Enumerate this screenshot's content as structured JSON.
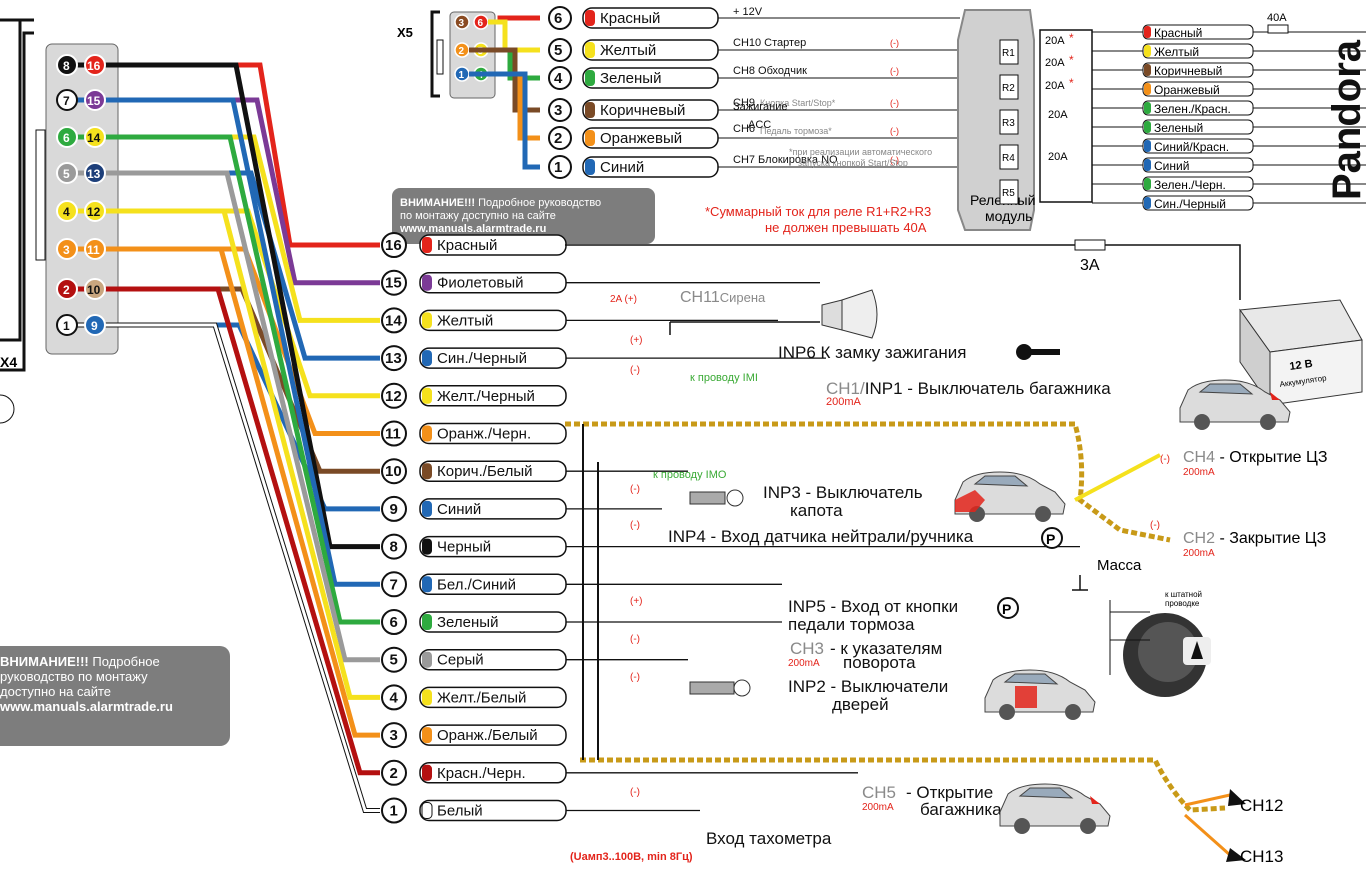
{
  "header": {
    "x5": "X5",
    "x4": "X4",
    "brand": "Pandora",
    "v12": "+ 12V",
    "fuse40": "40A",
    "fuse3": "3A",
    "relay_module": [
      "Релейный",
      "модуль"
    ],
    "relay_names": [
      "R1",
      "R2",
      "R3",
      "R4",
      "R5"
    ],
    "relay_currents": [
      "20A",
      "20A",
      "20A",
      "20A",
      "20A"
    ],
    "star": "*",
    "relay_note": [
      "*Суммарный ток для реле R1+R2+R3",
      "не должен превышать 40A"
    ],
    "footnote": [
      "*при реализации автоматического",
      "запуска кнопкой Start/Stop"
    ]
  },
  "notice_top": {
    "title": "ВНИМАНИЕ!!!",
    "text1": " Подробное руководство",
    "text2": "по монтажу доступно на сайте",
    "url": "www.manuals.alarmtrade.ru"
  },
  "notice_bottom": {
    "title": "ВНИМАНИЕ!!!",
    "text1": " Подробное",
    "text2": "руководство по монтажу",
    "text3": "доступно на сайте",
    "url": "www.manuals.alarmtrade.ru"
  },
  "x5_wires": [
    {
      "num": "6",
      "label": "Красный",
      "color": "#e3241b",
      "func": "",
      "sub": ""
    },
    {
      "num": "5",
      "label": "Желтый",
      "color": "#f5e11d",
      "func": "CH10 Стартер",
      "sub": ""
    },
    {
      "num": "4",
      "label": "Зеленый",
      "color": "#2eaa3f",
      "func": "CH8 Обходчик",
      "sub": ""
    },
    {
      "num": "3",
      "label": "Коричневый",
      "color": "#7a4a26",
      "func": "CH9",
      "sub": "Кнопка Start/Stop*"
    },
    {
      "num": "2",
      "label": "Оранжевый",
      "color": "#f39019",
      "func": "CH6",
      "sub": "Педаль тормоза*"
    },
    {
      "num": "1",
      "label": "Синий",
      "color": "#2168b5",
      "func": "CH7 Блокировка NO",
      "sub": ""
    }
  ],
  "x5_extra": {
    "ign": "Зажигание",
    "acc": "ACC",
    "neg": "(-)"
  },
  "relay_outputs": [
    {
      "label": "Красный",
      "color": "#e3241b"
    },
    {
      "label": "Желтый",
      "color": "#f5e11d"
    },
    {
      "label": "Коричневый",
      "color": "#7a4a26"
    },
    {
      "label": "Оранжевый",
      "color": "#f39019"
    },
    {
      "label": "Зелен./Красн.",
      "color": "#2eaa3f"
    },
    {
      "label": "Зеленый",
      "color": "#2eaa3f"
    },
    {
      "label": "Синий/Красн.",
      "color": "#2168b5"
    },
    {
      "label": "Синий",
      "color": "#2168b5"
    },
    {
      "label": "Зелен./Черн.",
      "color": "#2eaa3f"
    },
    {
      "label": "Син./Черный",
      "color": "#2168b5"
    }
  ],
  "x4_pins": [
    {
      "num": "8",
      "bg": "#111"
    },
    {
      "num": "16",
      "bg": "#e3241b"
    },
    {
      "num": "7",
      "bg": "#fff"
    },
    {
      "num": "15",
      "bg": "#7b3a96"
    },
    {
      "num": "6",
      "bg": "#2eaa3f"
    },
    {
      "num": "14",
      "bg": "#f5e11d"
    },
    {
      "num": "5",
      "bg": "#9a9a9a"
    },
    {
      "num": "13",
      "bg": "#1d3f7a"
    },
    {
      "num": "4",
      "bg": "#f5e11d"
    },
    {
      "num": "12",
      "bg": "#f5e11d"
    },
    {
      "num": "3",
      "bg": "#f39019"
    },
    {
      "num": "11",
      "bg": "#f39019"
    },
    {
      "num": "2",
      "bg": "#b41010"
    },
    {
      "num": "10",
      "bg": "#c9a67f"
    },
    {
      "num": "1",
      "bg": "#fff"
    },
    {
      "num": "9",
      "bg": "#2168b5"
    }
  ],
  "x4_wires": [
    {
      "num": "16",
      "label": "Красный",
      "color": "#e3241b"
    },
    {
      "num": "15",
      "label": "Фиолетовый",
      "color": "#7b3a96"
    },
    {
      "num": "14",
      "label": "Желтый",
      "color": "#f5e11d"
    },
    {
      "num": "13",
      "label": "Син./Черный",
      "color": "#2168b5"
    },
    {
      "num": "12",
      "label": "Желт./Черный",
      "color": "#f5e11d"
    },
    {
      "num": "11",
      "label": "Оранж./Черн.",
      "color": "#f39019"
    },
    {
      "num": "10",
      "label": "Корич./Белый",
      "color": "#7a4a26"
    },
    {
      "num": "9",
      "label": "Синий",
      "color": "#2168b5"
    },
    {
      "num": "8",
      "label": "Черный",
      "color": "#111111"
    },
    {
      "num": "7",
      "label": "Бел./Синий",
      "color": "#2168b5"
    },
    {
      "num": "6",
      "label": "Зеленый",
      "color": "#2eaa3f"
    },
    {
      "num": "5",
      "label": "Серый",
      "color": "#9a9a9a"
    },
    {
      "num": "4",
      "label": "Желт./Белый",
      "color": "#f5e11d"
    },
    {
      "num": "3",
      "label": "Оранж./Белый",
      "color": "#f39019"
    },
    {
      "num": "2",
      "label": "Красн./Черн.",
      "color": "#b41010"
    },
    {
      "num": "1",
      "label": "Белый",
      "color": "#ffffff"
    }
  ],
  "functions": {
    "siren_cur": "2A (+)",
    "siren": "CH11",
    "siren_name": "Сирена",
    "plus": "(+)",
    "minus": "(-)",
    "inp6": "INP6 К замку зажигания",
    "imi": "к проводу IMI",
    "ch1": "CH1/",
    "inp1": "INP1  - Выключатель багажника",
    "ma200": "200mA",
    "ch4": "CH4",
    "ch4_text": " - Открытие ЦЗ",
    "ch2": "CH2",
    "ch2_text": " - Закрытие ЦЗ",
    "imo": "к проводу IMO",
    "inp3": [
      "INP3 - Выключатель",
      "капота"
    ],
    "inp4": "INP4 - Вход датчика нейтрали/ручника",
    "mass": "Масса",
    "inp5": [
      "INP5 - Вход от кнопки",
      "педали тормоза"
    ],
    "stock": [
      "к штатной",
      "проводке"
    ],
    "ch3": "CH3",
    "ch3_text": [
      "- к указателям",
      "поворота"
    ],
    "inp2": [
      "INP2 - Выключатели",
      "дверей"
    ],
    "ch5": "CH5",
    "ch5_text": [
      "- Открытие",
      "багажника"
    ],
    "ch12": "CH12",
    "ch13": "CH13",
    "tacho": "Вход тахометра",
    "tacho_sub": "(Uамп3..100В, min 8Гц)",
    "battery": [
      "12 В",
      "Аккумулятор"
    ],
    "parking": "P"
  }
}
